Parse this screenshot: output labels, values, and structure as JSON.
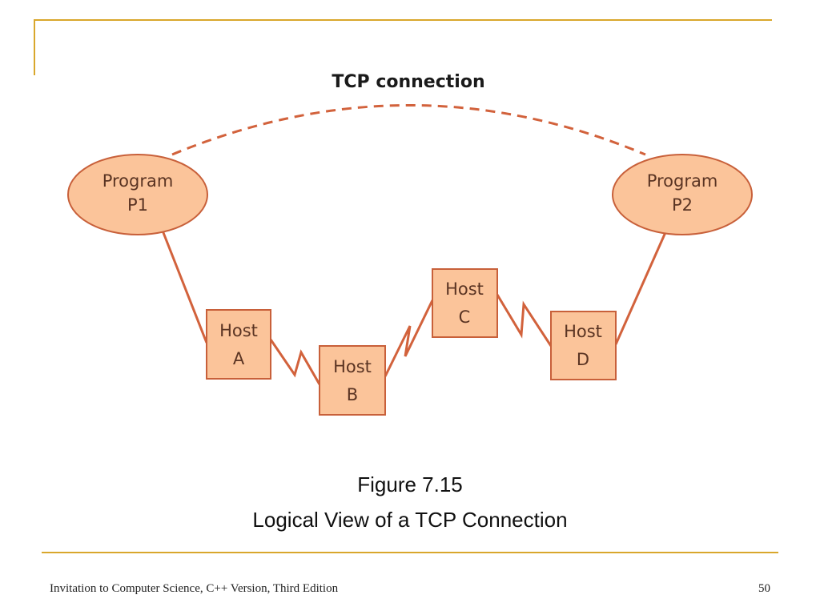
{
  "diagram": {
    "title": "TCP connection",
    "programs": [
      {
        "id": "p1",
        "line1": "Program",
        "line2": "P1"
      },
      {
        "id": "p2",
        "line1": "Program",
        "line2": "P2"
      }
    ],
    "hosts": [
      {
        "id": "a",
        "line1": "Host",
        "line2": "A"
      },
      {
        "id": "b",
        "line1": "Host",
        "line2": "B"
      },
      {
        "id": "c",
        "line1": "Host",
        "line2": "C"
      },
      {
        "id": "d",
        "line1": "Host",
        "line2": "D"
      }
    ],
    "colors": {
      "fill": "#fbc49a",
      "stroke": "#c8603a",
      "link": "#d2623c",
      "accent": "#d9a72c"
    }
  },
  "caption": {
    "number": "Figure 7.15",
    "title": "Logical View of a TCP Connection"
  },
  "footer": {
    "book": "Invitation to Computer Science, C++ Version, Third Edition",
    "page": "50"
  }
}
